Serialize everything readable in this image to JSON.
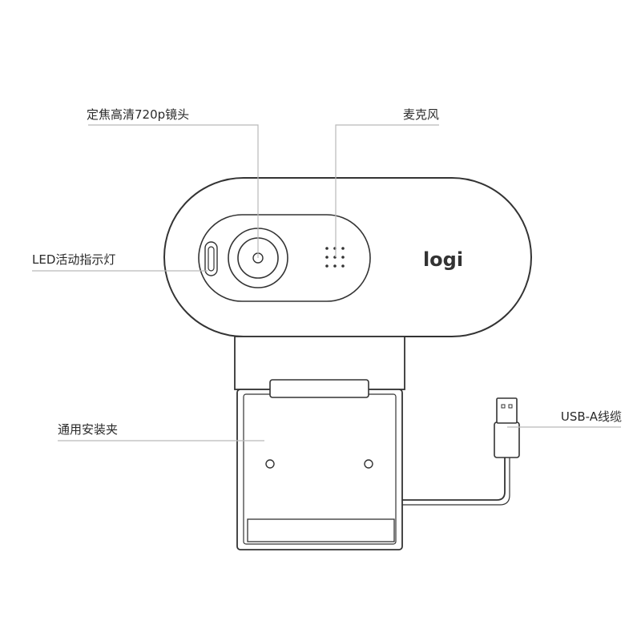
{
  "labels": {
    "camera": "定焦高清720p镜头",
    "microphone": "麦克风",
    "led": "LED活动指示灯",
    "clip": "通用安装夹",
    "cable": "USB-A线缆"
  },
  "brand": "logi"
}
